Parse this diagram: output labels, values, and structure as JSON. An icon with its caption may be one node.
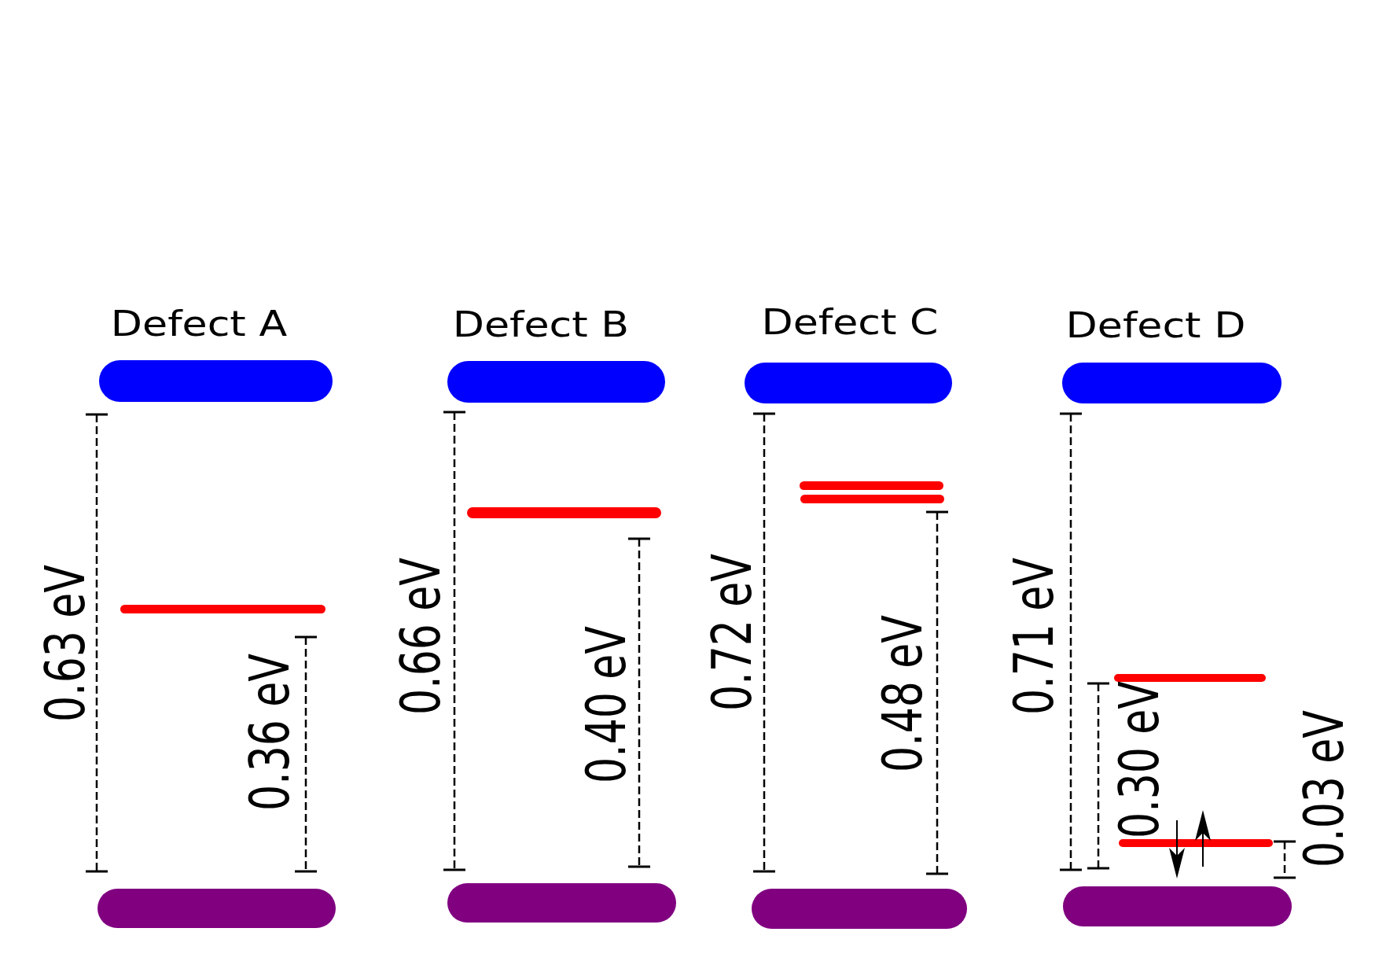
{
  "diagram": {
    "nodes": [
      {
        "text": [],
        "shape": "bar"
      },
      {
        "text": [],
        "shape": "bar"
      },
      {
        "text": [],
        "shape": "bar"
      },
      {
        "text": [],
        "shape": "bar"
      },
      {
        "text": [],
        "shape": "bar"
      },
      {
        "text": [],
        "shape": "bar"
      },
      {
        "text": [],
        "shape": "bar"
      },
      {
        "text": [],
        "shape": "bar"
      },
      {
        "text": [],
        "shape": "bar"
      },
      {
        "text": [],
        "shape": "bar"
      },
      {
        "text": [],
        "shape": "bar"
      },
      {
        "text": [],
        "shape": "bar"
      },
      {
        "text": [],
        "shape": "bar"
      },
      {
        "text": [],
        "shape": "bar"
      }
    ],
    "labels": [
      "Defect A",
      "Defect B",
      "Defect C",
      "Defect D",
      "0.63 eV",
      "0.36 eV",
      "0.66 eV",
      "0.40 eV",
      "0.72 eV",
      "0.48 eV",
      "0.71 eV",
      "0.30 eV",
      "0.03 eV"
    ]
  }
}
